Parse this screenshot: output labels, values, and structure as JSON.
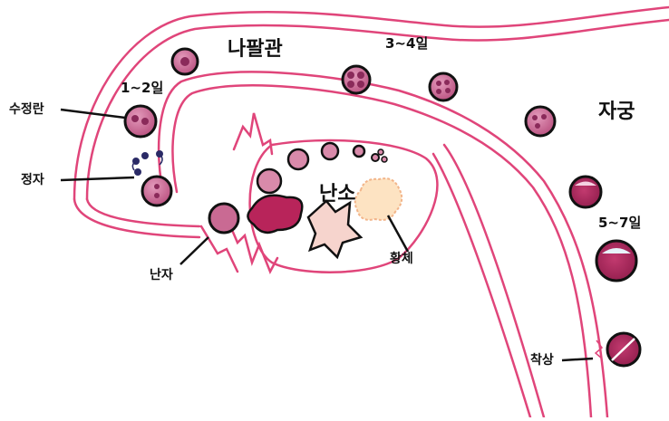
{
  "labels": {
    "fallopian_tube": "나팔관",
    "uterus": "자궁",
    "ovary": "난소",
    "fertilized_egg": "수정란",
    "sperm": "정자",
    "egg": "난자",
    "corpus_luteum": "황체",
    "implantation": "착상",
    "day_1_2": "1~2일",
    "day_3_4": "3~4일",
    "day_5_7": "5~7일"
  },
  "colors": {
    "outline": "#e0457a",
    "cell_fill": "#c96a93",
    "cell_dark": "#8a2a5a",
    "blastocyst": "#a3245a",
    "ink": "#111111",
    "corpus_luteum_fill": "#fde3c2",
    "ruptured_follicle": "#f6d4cd"
  }
}
